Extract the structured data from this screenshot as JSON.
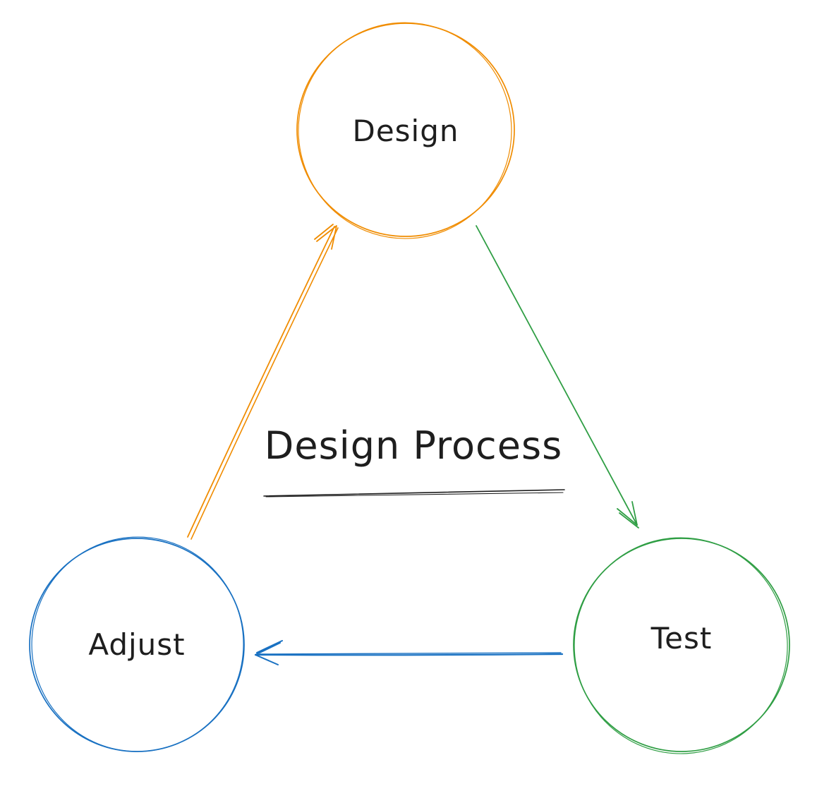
{
  "diagram": {
    "title": "Design Process",
    "background": "#ffffff",
    "text_color": "#1e1e1e",
    "underline_color": "#1e1e1e",
    "nodes": [
      {
        "id": "design",
        "label": "Design",
        "color": "#f08c00",
        "position": "top-center"
      },
      {
        "id": "test",
        "label": "Test",
        "color": "#2f9e44",
        "position": "bottom-right"
      },
      {
        "id": "adjust",
        "label": "Adjust",
        "color": "#1971c2",
        "position": "bottom-left"
      }
    ],
    "edges": [
      {
        "from": "Design",
        "to": "Test",
        "color": "#2f9e44",
        "style": "sketch-arrow"
      },
      {
        "from": "Test",
        "to": "Adjust",
        "color": "#1971c2",
        "style": "sketch-arrow"
      },
      {
        "from": "Adjust",
        "to": "Design",
        "color": "#f08c00",
        "style": "sketch-arrow"
      }
    ]
  }
}
